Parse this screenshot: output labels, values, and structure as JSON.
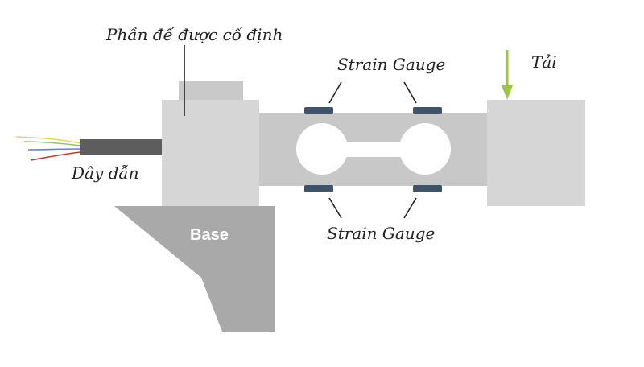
{
  "labels": {
    "fixed_part": "Phần đế được cố định",
    "wire": "Dây dẫn",
    "load": "Tải",
    "base": "Base",
    "strain_gauge_top": "Strain Gauge",
    "strain_gauge_bottom": "Strain Gauge"
  },
  "colors": {
    "background": "#ffffff",
    "block_light": "#d6d6d6",
    "beam": "#c8c8c8",
    "base": "#a9a9a9",
    "cable": "#5d5d5d",
    "gauge": "#3f5468",
    "arrow": "#9cc63c",
    "line": "#222222",
    "wire_yellow": "#e8d36a",
    "wire_green": "#8cc56a",
    "wire_blue": "#6a7fd0",
    "wire_red": "#c0392b"
  }
}
